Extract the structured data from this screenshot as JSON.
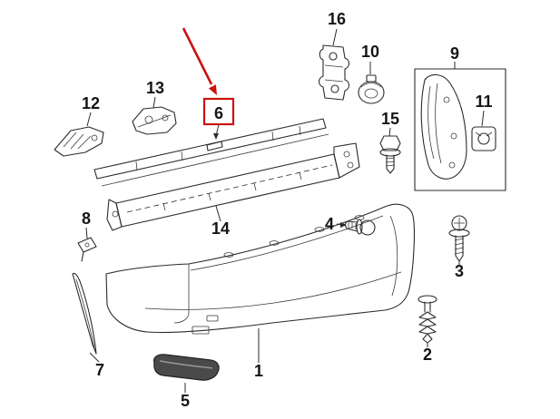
{
  "diagram": {
    "type": "exploded-parts-diagram",
    "background_color": "#ffffff",
    "line_color": "#2b2b2b",
    "highlight_color": "#cc1111",
    "highlighted_part": "6"
  },
  "callouts": {
    "p1": {
      "label": "1"
    },
    "p2": {
      "label": "2"
    },
    "p3": {
      "label": "3"
    },
    "p4": {
      "label": "4"
    },
    "p5": {
      "label": "5"
    },
    "p6": {
      "label": "6"
    },
    "p7": {
      "label": "7"
    },
    "p8": {
      "label": "8"
    },
    "p9": {
      "label": "9"
    },
    "p10": {
      "label": "10"
    },
    "p11": {
      "label": "11"
    },
    "p12": {
      "label": "12"
    },
    "p13": {
      "label": "13"
    },
    "p14": {
      "label": "14"
    },
    "p15": {
      "label": "15"
    },
    "p16": {
      "label": "16"
    }
  }
}
